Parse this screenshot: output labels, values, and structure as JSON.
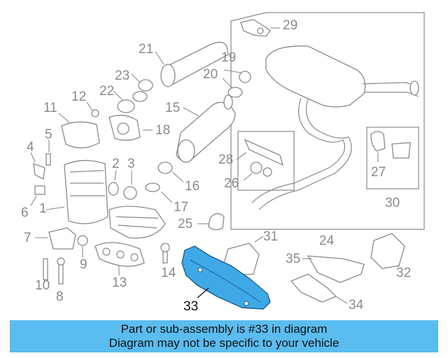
{
  "colors": {
    "caption_background": "#5bbcf0",
    "highlight_part": "#3fa9e8",
    "line_gray": "#8a8a8a",
    "label_dark": "#111111"
  },
  "callouts": {
    "c1": "1",
    "c2": "2",
    "c3": "3",
    "c4": "4",
    "c5": "5",
    "c6": "6",
    "c7": "7",
    "c8": "8",
    "c9": "9",
    "c10": "10",
    "c11": "11",
    "c12": "12",
    "c13": "13",
    "c14": "14",
    "c15": "15",
    "c16": "16",
    "c17": "17",
    "c18": "18",
    "c19": "19",
    "c20": "20",
    "c21": "21",
    "c22": "22",
    "c23": "23",
    "c24": "24",
    "c25": "25",
    "c26": "26",
    "c27": "27",
    "c28": "28",
    "c29": "29",
    "c30": "30",
    "c31": "31",
    "c32": "32",
    "c33": "33",
    "c34": "34",
    "c35": "35"
  },
  "highlighted_part": "33",
  "caption": {
    "line1": "Part or sub-assembly is #33 in diagram",
    "line2": "Diagram may not be specific to your vehicle"
  }
}
